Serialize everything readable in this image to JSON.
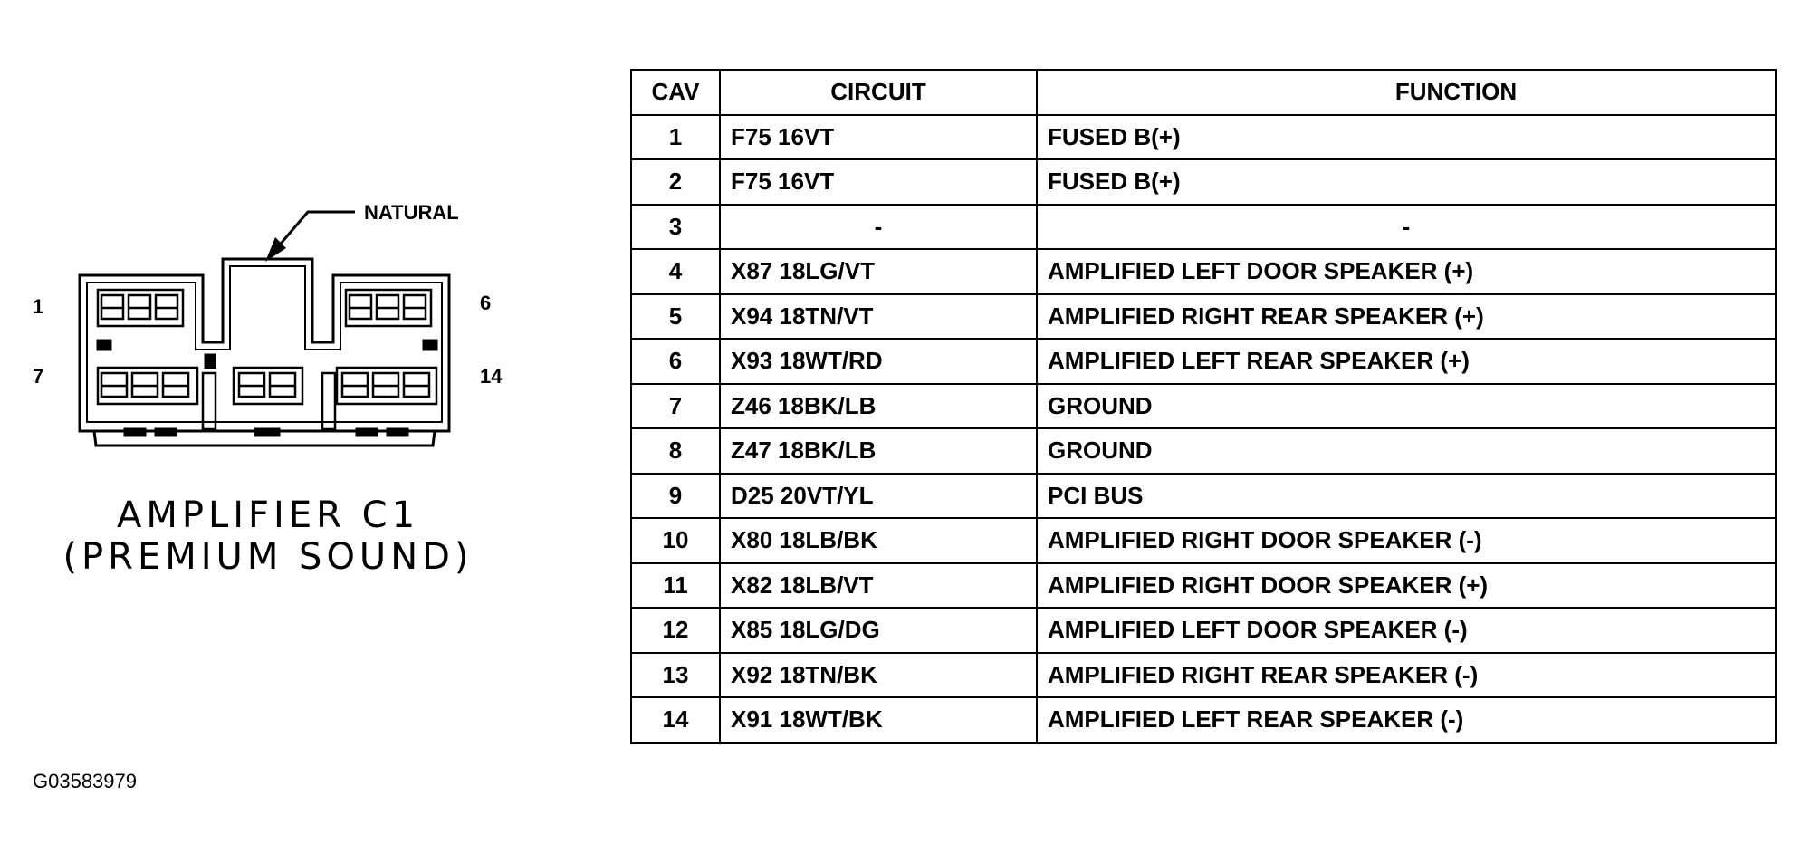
{
  "connector": {
    "color_callout": "NATURAL",
    "pin_labels": {
      "top_left": "1",
      "top_right": "6",
      "bottom_left": "7",
      "bottom_right": "14"
    },
    "caption_line1": "AMPLIFIER C1",
    "caption_line2": "(PREMIUM SOUND)"
  },
  "table": {
    "headers": {
      "cav": "CAV",
      "circuit": "CIRCUIT",
      "function": "FUNCTION"
    },
    "rows": [
      {
        "cav": "1",
        "circuit": "F75 16VT",
        "function": "FUSED B(+)"
      },
      {
        "cav": "2",
        "circuit": "F75 16VT",
        "function": "FUSED B(+)"
      },
      {
        "cav": "3",
        "circuit": "-",
        "function": "-"
      },
      {
        "cav": "4",
        "circuit": "X87 18LG/VT",
        "function": "AMPLIFIED LEFT DOOR SPEAKER (+)"
      },
      {
        "cav": "5",
        "circuit": "X94 18TN/VT",
        "function": "AMPLIFIED RIGHT REAR SPEAKER (+)"
      },
      {
        "cav": "6",
        "circuit": "X93 18WT/RD",
        "function": "AMPLIFIED LEFT REAR SPEAKER (+)"
      },
      {
        "cav": "7",
        "circuit": "Z46 18BK/LB",
        "function": "GROUND"
      },
      {
        "cav": "8",
        "circuit": "Z47 18BK/LB",
        "function": "GROUND"
      },
      {
        "cav": "9",
        "circuit": "D25 20VT/YL",
        "function": "PCI BUS"
      },
      {
        "cav": "10",
        "circuit": "X80 18LB/BK",
        "function": "AMPLIFIED RIGHT DOOR SPEAKER (-)"
      },
      {
        "cav": "11",
        "circuit": "X82 18LB/VT",
        "function": "AMPLIFIED RIGHT DOOR SPEAKER (+)"
      },
      {
        "cav": "12",
        "circuit": "X85 18LG/DG",
        "function": "AMPLIFIED LEFT DOOR SPEAKER (-)"
      },
      {
        "cav": "13",
        "circuit": "X92 18TN/BK",
        "function": "AMPLIFIED RIGHT REAR SPEAKER (-)"
      },
      {
        "cav": "14",
        "circuit": "X91 18WT/BK",
        "function": "AMPLIFIED LEFT REAR SPEAKER (-)"
      }
    ]
  },
  "figure_id": "G03583979"
}
